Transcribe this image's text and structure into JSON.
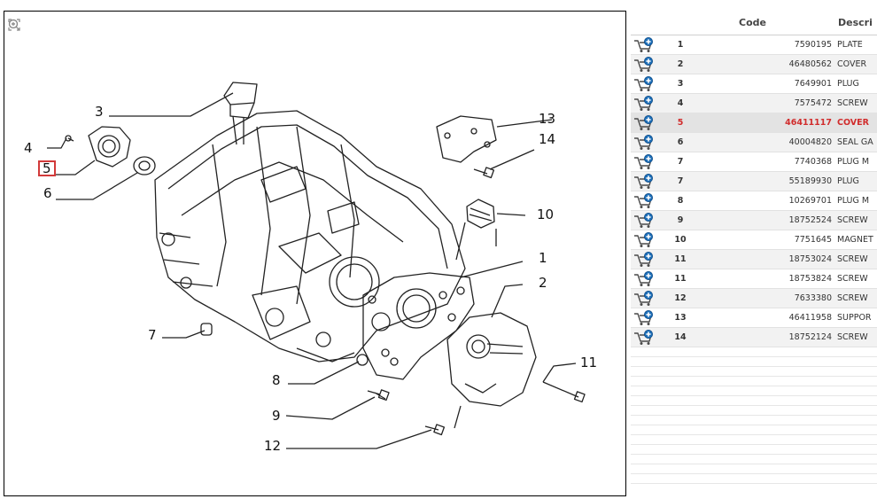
{
  "diagram": {
    "tools": [
      "fullscreen-icon",
      "zoom-in-icon",
      "zoom-out-icon"
    ],
    "highlighted_callout": "5",
    "callouts": [
      "1",
      "2",
      "3",
      "4",
      "5",
      "6",
      "7",
      "8",
      "9",
      "10",
      "11",
      "12",
      "13",
      "14"
    ]
  },
  "parts_table": {
    "headers": {
      "code": "Code",
      "description": "Descri"
    },
    "rows": [
      {
        "ref": "1",
        "code": "7590195",
        "desc": "PLATE"
      },
      {
        "ref": "2",
        "code": "46480562",
        "desc": "COVER"
      },
      {
        "ref": "3",
        "code": "7649901",
        "desc": "PLUG"
      },
      {
        "ref": "4",
        "code": "7575472",
        "desc": "SCREW"
      },
      {
        "ref": "5",
        "code": "46411117",
        "desc": "COVER",
        "selected": true
      },
      {
        "ref": "6",
        "code": "40004820",
        "desc": "SEAL GA"
      },
      {
        "ref": "7",
        "code": "7740368",
        "desc": "PLUG M"
      },
      {
        "ref": "7",
        "code": "55189930",
        "desc": "PLUG"
      },
      {
        "ref": "8",
        "code": "10269701",
        "desc": "PLUG M"
      },
      {
        "ref": "9",
        "code": "18752524",
        "desc": "SCREW"
      },
      {
        "ref": "10",
        "code": "7751645",
        "desc": "MAGNET"
      },
      {
        "ref": "11",
        "code": "18753024",
        "desc": "SCREW"
      },
      {
        "ref": "11",
        "code": "18753824",
        "desc": "SCREW"
      },
      {
        "ref": "12",
        "code": "7633380",
        "desc": "SCREW"
      },
      {
        "ref": "13",
        "code": "46411958",
        "desc": "SUPPOR"
      },
      {
        "ref": "14",
        "code": "18752124",
        "desc": "SCREW"
      }
    ],
    "add_to_cart_icon": "cart-add-icon",
    "colors": {
      "selected_text": "#d12c2c",
      "cart_icon": "#1e6fb8"
    }
  }
}
